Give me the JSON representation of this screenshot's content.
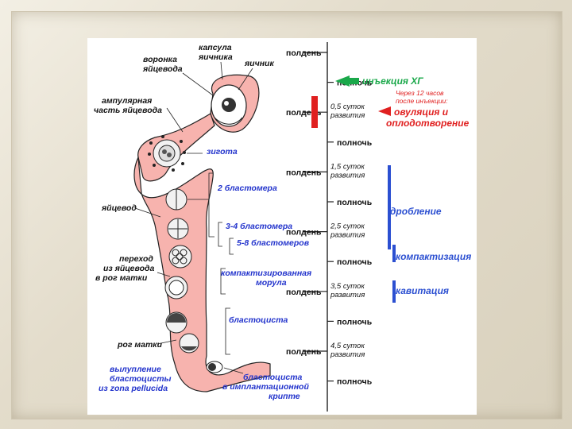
{
  "colors": {
    "pink": "#f7b3ae",
    "blue_text": "#2233cc",
    "timeline_blue": "#2b4fd1",
    "red": "#e02020",
    "green": "#1aa84a"
  },
  "anatomy_labels": {
    "funnel": [
      "воронка",
      "яйцевода"
    ],
    "capsule": [
      "капсула",
      "яичника"
    ],
    "ovary": "яичник",
    "ampulla": [
      "ампулярная",
      "часть яйцевода"
    ],
    "oviduct": "яйцевод",
    "transition": [
      "переход",
      "из яйцевода",
      "в рог матки"
    ],
    "uterine_horn": "рог матки",
    "hatching": [
      "вылупление",
      "бластоцисты",
      "из zona pellucida"
    ]
  },
  "stage_labels": {
    "zygote": "зигота",
    "two_cell": "2 бластомера",
    "three_four": "3-4 бластомера",
    "five_eight": "5-8 бластомеров",
    "morula": [
      "компактизированная",
      "морула"
    ],
    "blastocyst": "бластоциста",
    "implant": [
      "бластоциста",
      "в имплантационной",
      "крипте"
    ]
  },
  "timeline": {
    "entries": [
      {
        "label": "полдень",
        "note": ""
      },
      {
        "label": "полночь",
        "note": ""
      },
      {
        "label": "полдень",
        "note": "0,5 суток развития"
      },
      {
        "label": "полночь",
        "note": ""
      },
      {
        "label": "полдень",
        "note": "1,5 суток развития"
      },
      {
        "label": "полночь",
        "note": ""
      },
      {
        "label": "полдень",
        "note": "2,5 суток развития"
      },
      {
        "label": "полночь",
        "note": ""
      },
      {
        "label": "полдень",
        "note": "3,5 суток развития"
      },
      {
        "label": "полночь",
        "note": ""
      },
      {
        "label": "полдень",
        "note": "4,5 суток развития"
      },
      {
        "label": "полночь",
        "note": ""
      }
    ],
    "note_lines": {
      "n05": [
        "0,5 суток",
        "развития"
      ],
      "n15": [
        "1,5 суток",
        "развития"
      ],
      "n25": [
        "2,5 суток",
        "развития"
      ],
      "n35": [
        "3,5 суток",
        "развития"
      ],
      "n45": [
        "4,5 суток",
        "развития"
      ]
    }
  },
  "events": {
    "injection": "инъекция ХГ",
    "after12": [
      "Через 12 часов",
      "после инъекции:"
    ],
    "ovulation": [
      "овуляция и",
      "оплодотворение"
    ],
    "cleavage": "дробление",
    "compaction": "компактизация",
    "cavitation": "кавитация"
  }
}
